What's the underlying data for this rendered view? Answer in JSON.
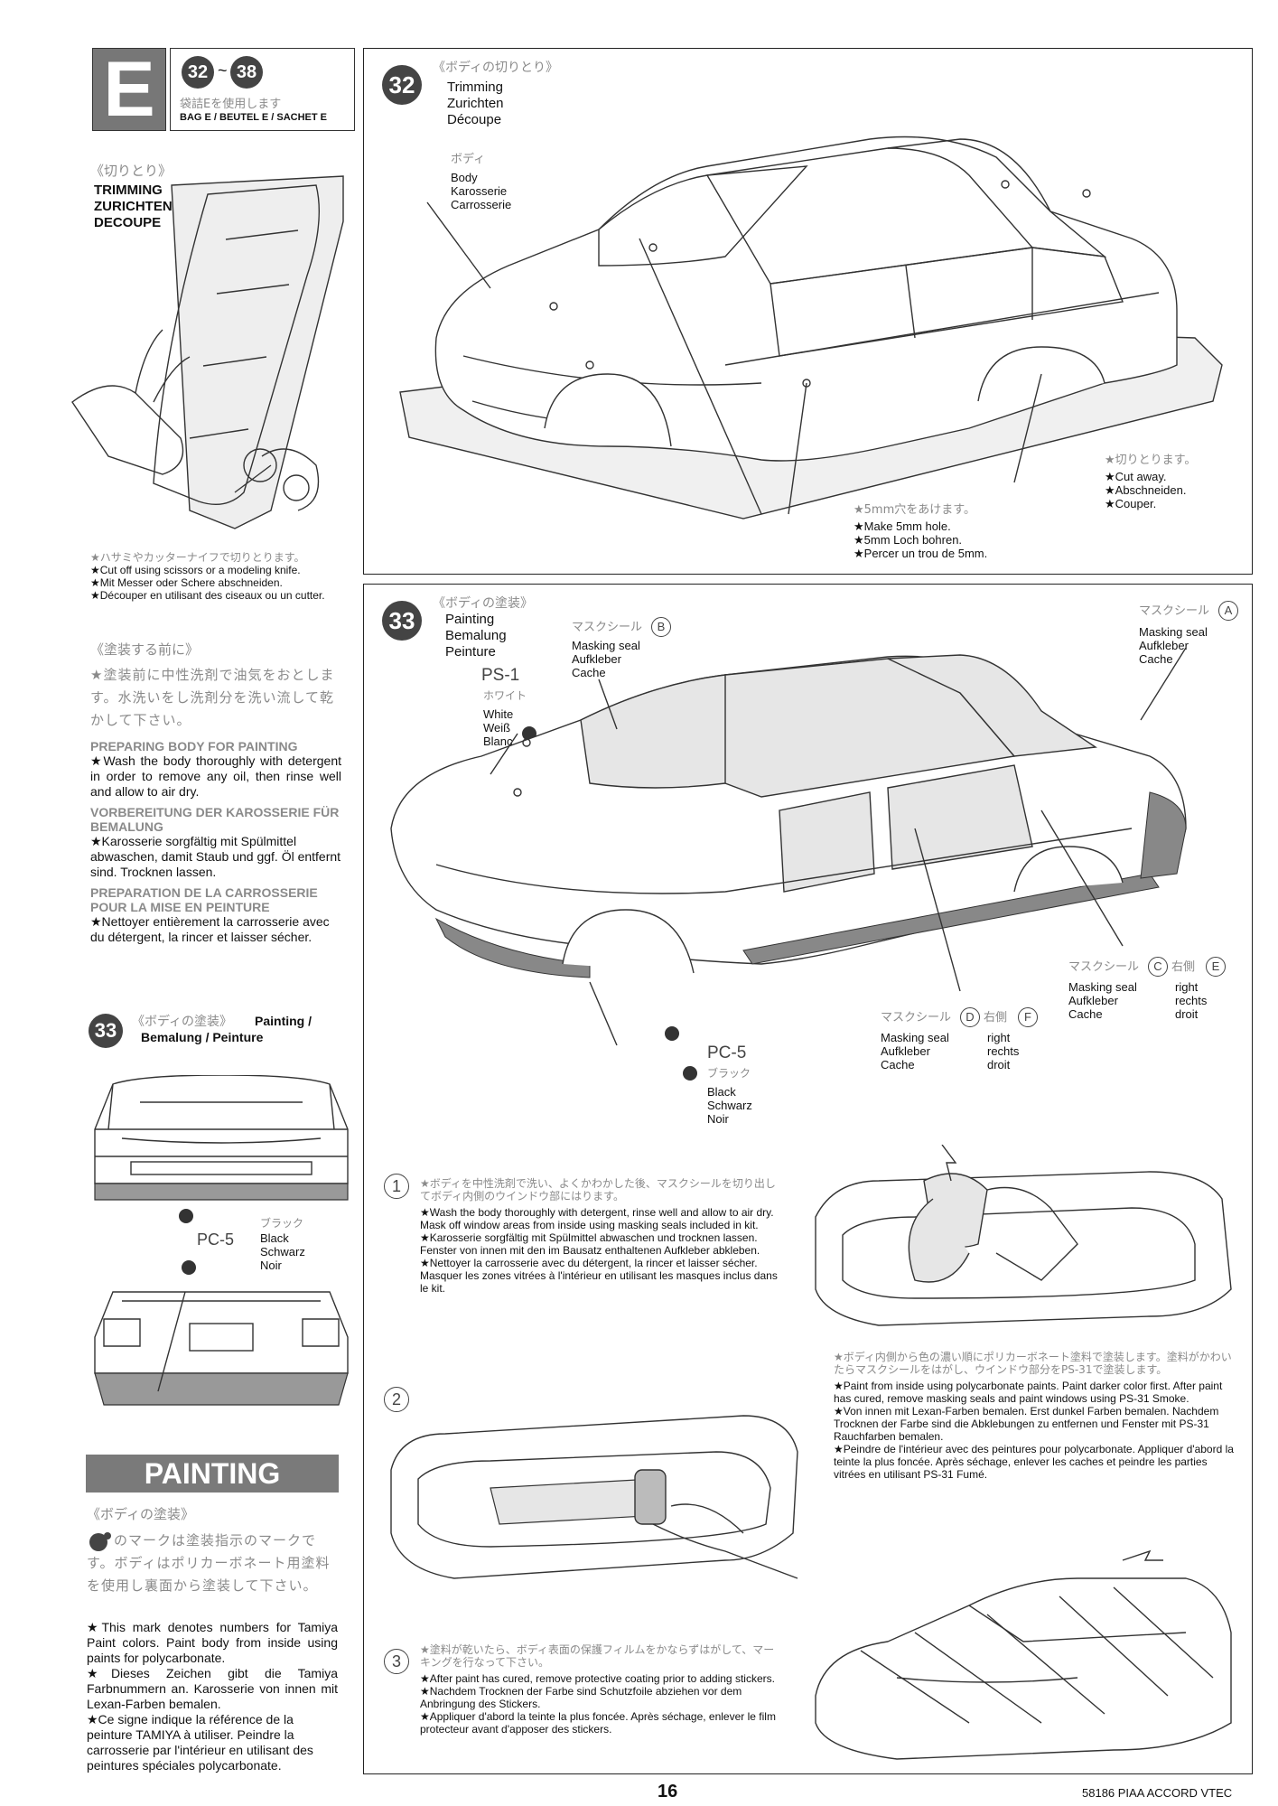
{
  "header": {
    "section_letter": "E",
    "step_range_from": "32",
    "step_range_to": "38",
    "bag_jp": "袋詰Eを使用します",
    "bag": "BAG E / BEUTEL E / SACHET E"
  },
  "sidebar": {
    "trimming_jp": "《切りとり》",
    "trimming": "TRIMMING",
    "zurichten": "ZURICHTEN",
    "decoupe": "DECOUPE",
    "cut_jp": "★ハサミやカッターナイフで切りとります。",
    "cut_en": "★Cut off using scissors or a modeling knife.",
    "cut_de": "★Mit Messer oder Schere abschneiden.",
    "cut_fr": "★Découper en utilisant des ciseaux ou un cutter.",
    "prep_jp_title": "《塗装する前に》",
    "prep_jp": "★塗装前に中性洗剤で油気をおとします。水洗いをし洗剤分を洗い流して乾かして下さい。",
    "prep_en_title": "PREPARING BODY FOR PAINTING",
    "prep_en": "★Wash the body thoroughly with detergent in order to remove any oil, then rinse well and allow to air dry.",
    "prep_de_title": "VORBEREITUNG DER KAROSSERIE FÜR BEMALUNG",
    "prep_de": "★Karosserie sorgfältig mit Spülmittel abwaschen, damit Staub und ggf. Öl entfernt sind. Trocknen lassen.",
    "prep_fr_title": "PREPARATION DE LA CARROSSERIE POUR LA MISE EN PEINTURE",
    "prep_fr": "★Nettoyer entièrement la carrosserie avec du détergent, la rincer et laisser sécher.",
    "step33_num": "33",
    "step33_jp": "《ボディの塗装》",
    "step33_title": "Painting /",
    "step33_title2": "Bemalung / Peinture",
    "pc5_jp": "ブラック",
    "pc5_code": "PC-5",
    "pc5_black": "Black",
    "pc5_schwarz": "Schwarz",
    "pc5_noir": "Noir",
    "painting_banner": "PAINTING",
    "painting_jp_title": "《ボディの塗装》",
    "painting_jp": "のマークは塗装指示のマークです。ボディはポリカーボネート用塗料を使用し裏面から塗装して下さい。",
    "painting_en": "★This mark denotes numbers for Tamiya Paint colors. Paint body from inside using paints for polycarbonate.",
    "painting_de": "★Dieses Zeichen gibt die Tamiya Farbnummern an. Karosserie von innen mit Lexan-Farben bemalen.",
    "painting_fr": "★Ce signe indique la référence de la peinture TAMIYA à utiliser. Peindre la carrosserie par l'intérieur en utilisant des peintures spéciales polycarbonate."
  },
  "step32": {
    "num": "32",
    "title_jp": "《ボディの切りとり》",
    "title_en": "Trimming",
    "title_de": "Zurichten",
    "title_fr": "Découpe",
    "body_jp": "ボディ",
    "body_en": "Body",
    "body_de": "Karosserie",
    "body_fr": "Carrosserie",
    "cut_jp": "★切りとります。",
    "cut_en": "★Cut away.",
    "cut_de": "★Abschneiden.",
    "cut_fr": "★Couper.",
    "hole_jp": "★5mm穴をあけます。",
    "hole_en": "★Make 5mm hole.",
    "hole_de": "★5mm Loch bohren.",
    "hole_fr": "★Percer un trou de 5mm."
  },
  "step33": {
    "num": "33",
    "title_jp": "《ボディの塗装》",
    "title_en": "Painting",
    "title_de": "Bemalung",
    "title_fr": "Peinture",
    "ps1_code": "PS-1",
    "ps1_jp": "ホワイト",
    "ps1_white": "White",
    "ps1_weiss": "Weiß",
    "ps1_blanc": "Blanc",
    "seal_jp": "マスクシール",
    "seal_en": "Masking seal",
    "seal_de": "Aufkleber",
    "seal_fr": "Cache",
    "letter_a": "A",
    "letter_b": "B",
    "letter_c": "C",
    "letter_d": "D",
    "letter_e": "E",
    "letter_f": "F",
    "right_jp": "右側",
    "right_en": "right",
    "right_de": "rechts",
    "right_fr": "droit",
    "pc5_code": "PC-5",
    "pc5_jp": "ブラック",
    "pc5_black": "Black",
    "pc5_schwarz": "Schwarz",
    "pc5_noir": "Noir"
  },
  "instructions": {
    "s1_num": "1",
    "s1_jp": "★ボディを中性洗剤で洗い、よくかわかした後、マスクシールを切り出してボディ内側のウインドウ部にはります。",
    "s1_en": "★Wash the body thoroughly with detergent, rinse well and allow to air dry. Mask off window areas from inside using masking seals included in kit.",
    "s1_de": "★Karosserie sorgfältig mit Spülmittel abwaschen und trocknen lassen. Fenster von innen mit den im Bausatz enthaltenen Aufkleber abkleben.",
    "s1_fr": "★Nettoyer la carrosserie avec du détergent, la rincer et laisser sécher. Masquer les zones vitrées à l'intérieur en utilisant les masques inclus dans le kit.",
    "s2_num": "2",
    "s2_jp": "★ボディ内側から色の濃い順にポリカーボネート塗料で塗装します。塗料がかわいたらマスクシールをはがし、ウインドウ部分をPS-31で塗装します。",
    "s2_en": "★Paint from inside using polycarbonate paints. Paint darker color first. After paint has cured, remove masking seals and paint windows using PS-31 Smoke.",
    "s2_de": "★Von innen mit Lexan-Farben bemalen. Erst dunkel Farben bemalen. Nachdem Trocknen der Farbe sind die Abklebungen zu entfernen und Fenster mit PS-31 Rauchfarben bemalen.",
    "s2_fr": "★Peindre de l'intérieur avec des peintures pour polycarbonate. Appliquer d'abord la teinte la plus foncée. Après séchage, enlever les caches et peindre les parties vitrées en utilisant PS-31 Fumé.",
    "s3_num": "3",
    "s3_jp": "★塗料が乾いたら、ボディ表面の保護フィルムをかならずはがして、マーキングを行なって下さい。",
    "s3_en": "★After paint has cured, remove protective coating prior to adding stickers.",
    "s3_de": "★Nachdem Trocknen der Farbe sind Schutzfoile abziehen vor dem Anbringung des Stickers.",
    "s3_fr": "★Appliquer d'abord la teinte la plus foncée. Après séchage, enlever le film protecteur avant d'apposer des stickers."
  },
  "footer": {
    "page_number": "16",
    "product": "58186 PIAA ACCORD VTEC"
  },
  "colors": {
    "grey_heading": "#8a8a8a",
    "banner": "#7a7a7a",
    "mask_fill": "#e6e6e6"
  }
}
